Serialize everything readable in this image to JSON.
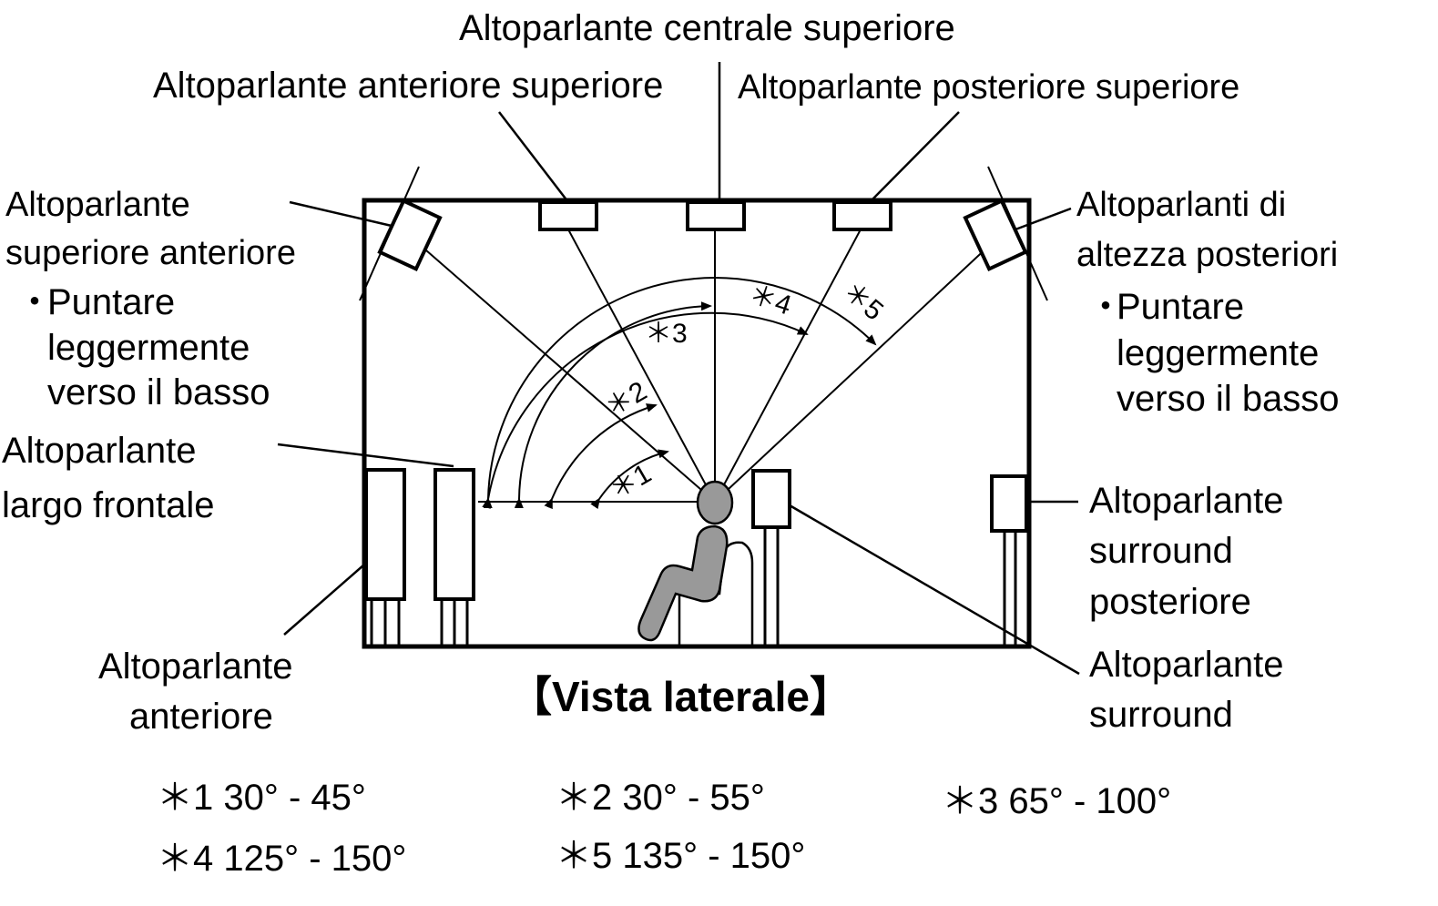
{
  "title": "【Vista laterale】",
  "labels": {
    "top_center": "Altoparlante centrale superiore",
    "top_front": "Altoparlante anteriore superiore",
    "top_rear": "Altoparlante posteriore superiore",
    "front_height_line1": "Altoparlante",
    "front_height_line2": "superiore anteriore",
    "front_height_tip_bullet": "・",
    "front_height_tip_line1": "Puntare",
    "front_height_tip_line2": "leggermente",
    "front_height_tip_line3": "verso il basso",
    "rear_height_line1": "Altoparlanti di",
    "rear_height_line2": "altezza posteriori",
    "rear_height_tip_bullet": "・",
    "rear_height_tip_line1": "Puntare",
    "rear_height_tip_line2": "leggermente",
    "rear_height_tip_line3": "verso il basso",
    "front_wide_line1": "Altoparlante",
    "front_wide_line2": "largo frontale",
    "front_line1": "Altoparlante",
    "front_line2": "anteriore",
    "surround_back_line1": "Altoparlante",
    "surround_back_line2": "surround",
    "surround_back_line3": "posteriore",
    "surround_line1": "Altoparlante",
    "surround_line2": "surround"
  },
  "angle_marks": [
    "＊1",
    "＊2",
    "＊3",
    "＊4",
    "＊5"
  ],
  "notes": [
    "＊1 30° - 45°",
    "＊2 30° - 55°",
    "＊3 65° - 100°",
    "＊4 125° - 150°",
    "＊5 135° - 150°"
  ]
}
